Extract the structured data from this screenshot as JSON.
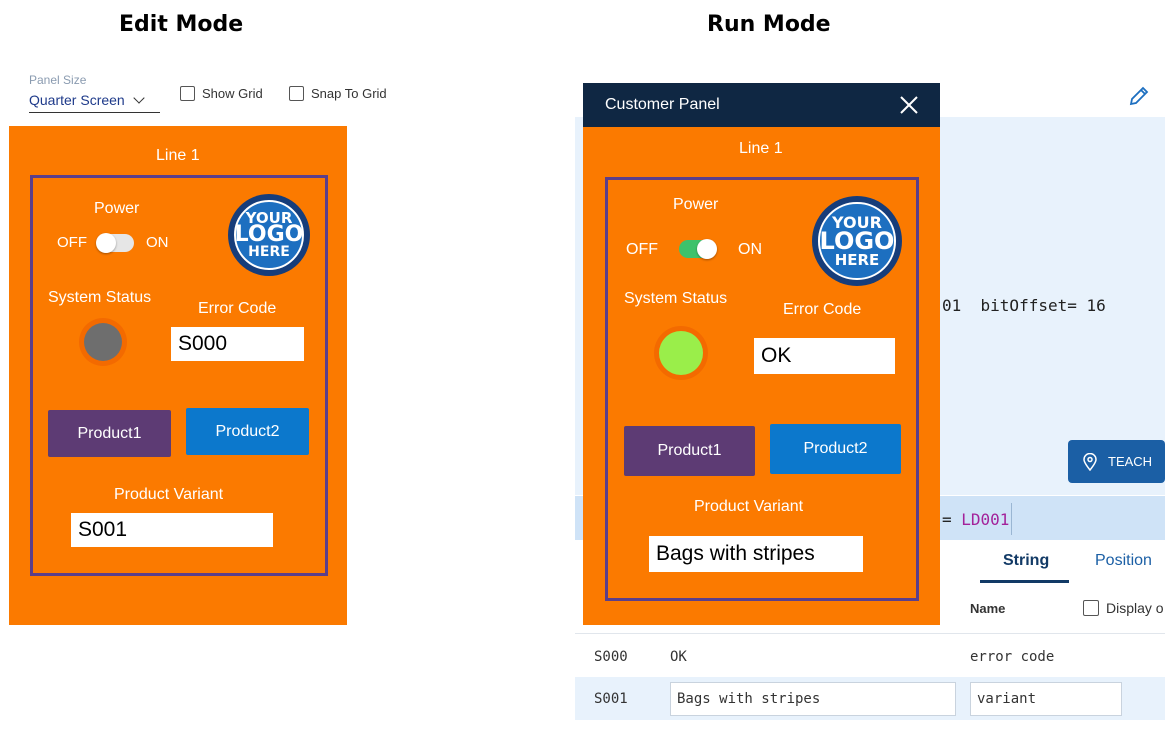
{
  "headings": {
    "edit": "Edit Mode",
    "run": "Run Mode"
  },
  "toolbar": {
    "panel_size_label": "Panel Size",
    "panel_size_value": "Quarter Screen",
    "show_grid": "Show Grid",
    "snap_to_grid": "Snap To Grid"
  },
  "edit_panel": {
    "title": "Line 1",
    "power_label": "Power",
    "off": "OFF",
    "on": "ON",
    "power_state": "off",
    "system_status": "System Status",
    "error_code_label": "Error Code",
    "error_code_value": "S000",
    "product1": "Product1",
    "product2": "Product2",
    "variant_label": "Product Variant",
    "variant_value": "S001"
  },
  "logo": {
    "line1": "YOUR",
    "line2": "LOGO",
    "line3": "HERE"
  },
  "run_dialog": {
    "header_title": "Customer Panel",
    "title": "Line 1",
    "power_label": "Power",
    "off": "OFF",
    "on": "ON",
    "power_state": "on",
    "system_status": "System Status",
    "error_code_label": "Error Code",
    "error_code_value": "OK",
    "product1": "Product1",
    "product2": "Product2",
    "variant_label": "Product Variant",
    "variant_value": "Bags with stripes"
  },
  "run_bg": {
    "code_fragment": "01  bitOffset= 16",
    "teach_label": "TEACH",
    "strip_eq": "= ",
    "strip_var": "LD001",
    "tab_string": "String",
    "tab_position": "Position",
    "col_name": "Name",
    "display_label": "Display o",
    "rows": [
      {
        "key": "S000",
        "value": "OK",
        "name": "error code"
      },
      {
        "key": "S001",
        "value": "Bags with stripes",
        "name": "variant"
      }
    ]
  },
  "colors": {
    "panel_orange": "#fb7a00",
    "box_purple": "#5b3f8a",
    "button_purple": "#5d3b74",
    "button_blue": "#0c78cc",
    "dialog_header": "#0f2743",
    "lamp_off": "#6e6e6e",
    "lamp_on": "#9aee4a",
    "toggle_on": "#3ec26b"
  }
}
